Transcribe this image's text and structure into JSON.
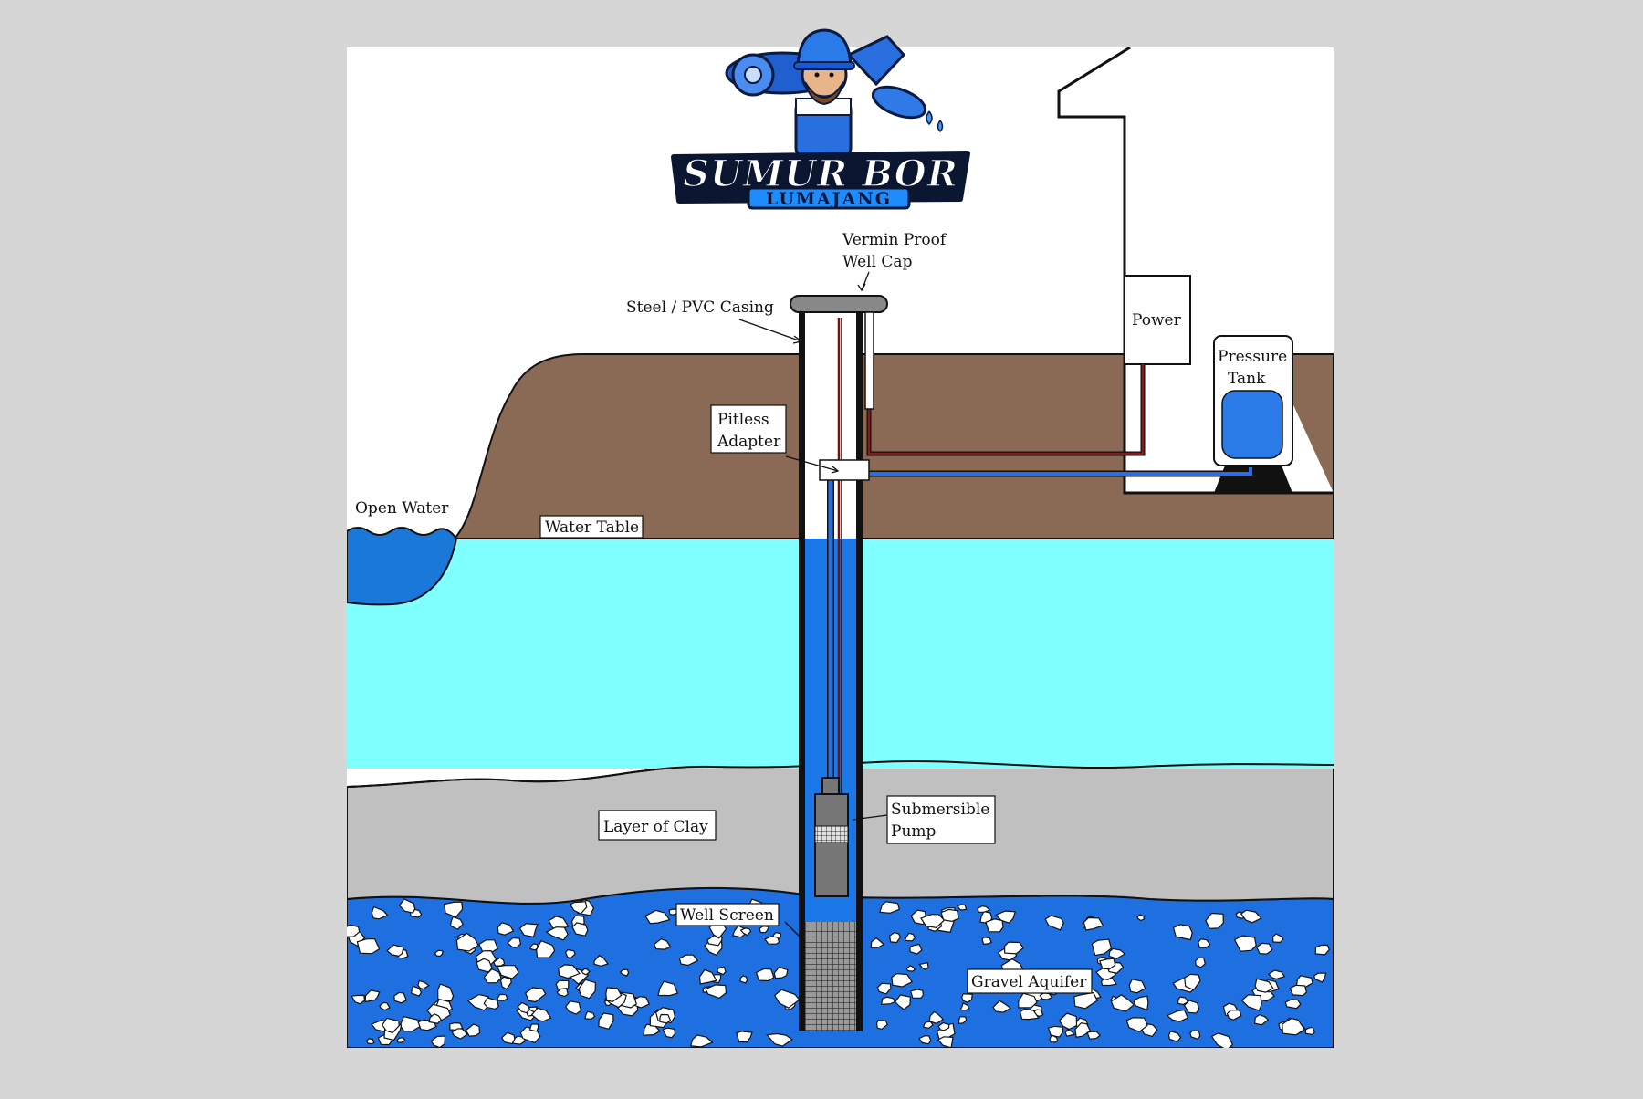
{
  "logo": {
    "line1": "SUMUR BOR",
    "line2": "LUMAJANG"
  },
  "labels": {
    "well_cap_line1": "Vermin Proof",
    "well_cap_line2": "Well Cap",
    "casing": "Steel / PVC Casing",
    "power": "Power",
    "pressure_tank_line1": "Pressure",
    "pressure_tank_line2": "Tank",
    "pitless_line1": "Pitless",
    "pitless_line2": "Adapter",
    "open_water": "Open Water",
    "water_table": "Water Table",
    "clay": "Layer of Clay",
    "pump_line1": "Submersible",
    "pump_line2": "Pump",
    "well_screen": "Well Screen",
    "gravel": "Gravel Aquifer"
  },
  "colors": {
    "background": "#d6d6d6",
    "sky": "#ffffff",
    "soil": "#8a6a55",
    "groundwater": "#80ffff",
    "clay": "#c0c0c0",
    "gravel": "#1e6fe0",
    "open_water": "#1a78d8",
    "pipe_blue": "#2a6fe0",
    "wire_red": "#7a0f0f"
  }
}
